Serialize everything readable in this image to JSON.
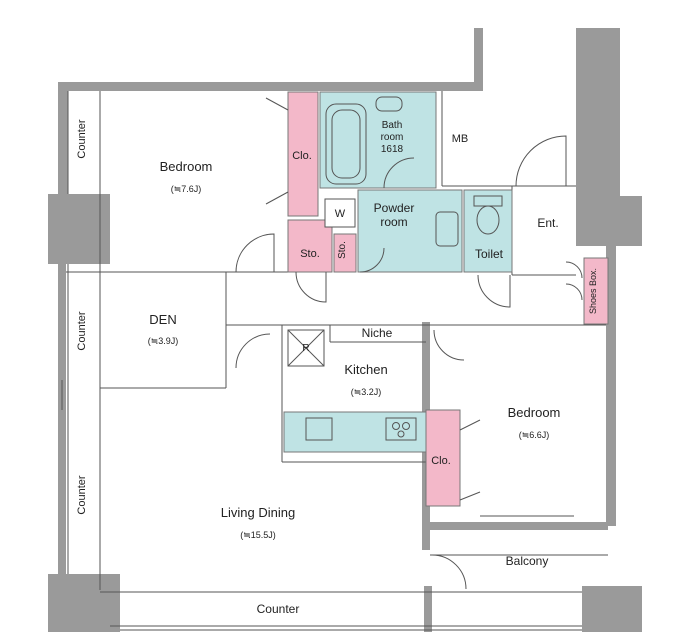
{
  "rooms": {
    "bedroom1": {
      "name": "Bedroom",
      "size": "(≒7.6J)"
    },
    "bedroom2": {
      "name": "Bedroom",
      "size": "(≒6.6J)"
    },
    "den": {
      "name": "DEN",
      "size": "(≒3.9J)"
    },
    "kitchen": {
      "name": "Kitchen",
      "size": "(≒3.2J)"
    },
    "living": {
      "name": "Living Dining",
      "size": "(≒15.5J)"
    },
    "bath": {
      "line1": "Bath",
      "line2": "room",
      "line3": "1618"
    },
    "powder": {
      "line1": "Powder",
      "line2": "room"
    },
    "toilet": "Toilet",
    "entrance": "Ent.",
    "mb": "MB",
    "niche": "Niche",
    "balcony": "Balcony",
    "shoes_box": "Shoes Box.",
    "closet1": "Clo.",
    "closet2": "Clo.",
    "storage1": "Sto.",
    "storage2": "Sto.",
    "washer": "W",
    "fridge": "R"
  },
  "counters": {
    "left_top": "Counter",
    "left_mid": "Counter",
    "left_bottom": "Counter",
    "bottom": "Counter"
  },
  "colors": {
    "wall": "#9a9a9a",
    "closet": "#f3b8c9",
    "wet_area": "#bfe3e4"
  }
}
